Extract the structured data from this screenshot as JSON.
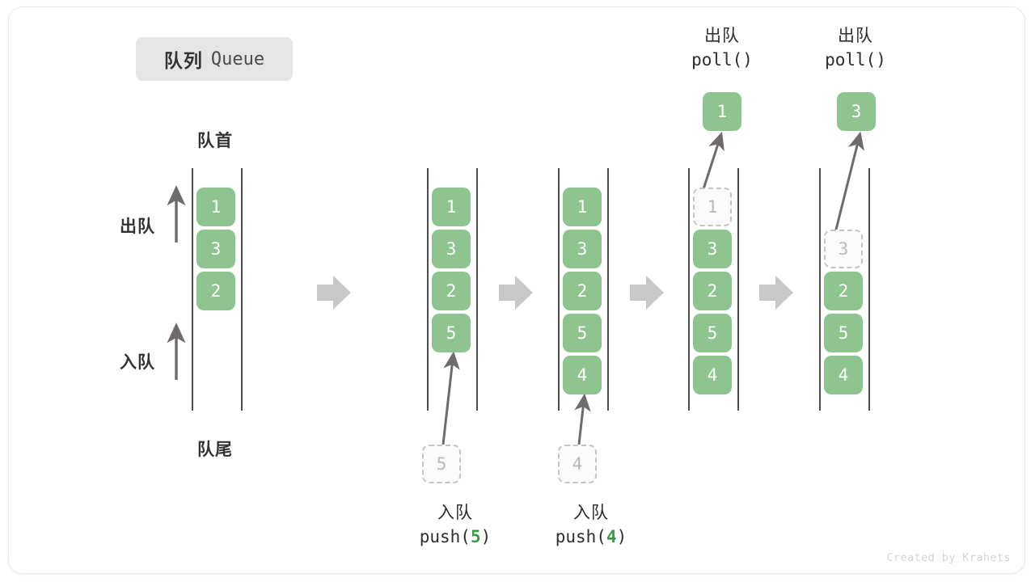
{
  "title": {
    "cn": "队列",
    "en": "Queue"
  },
  "labels": {
    "head": "队首",
    "tail": "队尾",
    "dequeue_side": "出队",
    "enqueue_side": "入队"
  },
  "credit": "Created by Krahets",
  "colors": {
    "cell_fill": "#8ec490",
    "cell_text": "#ffffff",
    "ghost_border": "#c4c4c4",
    "ghost_text": "#b9b9b9",
    "rail": "#4d4d4d",
    "arrow": "#6e6a6e",
    "step_arrow": "#c8c8c8",
    "accent_number": "#3f9a48",
    "badge_bg": "#e5e5e5"
  },
  "columns": [
    {
      "name": "initial-queue",
      "cells": [
        {
          "value": "1",
          "state": "filled"
        },
        {
          "value": "3",
          "state": "filled"
        },
        {
          "value": "2",
          "state": "filled"
        }
      ]
    },
    {
      "name": "after-push-5",
      "cells": [
        {
          "value": "1",
          "state": "filled"
        },
        {
          "value": "3",
          "state": "filled"
        },
        {
          "value": "2",
          "state": "filled"
        },
        {
          "value": "5",
          "state": "filled"
        }
      ],
      "incoming": {
        "value": "5",
        "state": "ghost"
      },
      "caption": {
        "cn": "入队",
        "fn": "push(",
        "num": "5",
        "close": ")"
      }
    },
    {
      "name": "after-push-4",
      "cells": [
        {
          "value": "1",
          "state": "filled"
        },
        {
          "value": "3",
          "state": "filled"
        },
        {
          "value": "2",
          "state": "filled"
        },
        {
          "value": "5",
          "state": "filled"
        },
        {
          "value": "4",
          "state": "filled"
        }
      ],
      "incoming": {
        "value": "4",
        "state": "ghost"
      },
      "caption": {
        "cn": "入队",
        "fn": "push(",
        "num": "4",
        "close": ")"
      }
    },
    {
      "name": "after-poll-1",
      "cells": [
        {
          "value": "1",
          "state": "ghost"
        },
        {
          "value": "3",
          "state": "filled"
        },
        {
          "value": "2",
          "state": "filled"
        },
        {
          "value": "5",
          "state": "filled"
        },
        {
          "value": "4",
          "state": "filled"
        }
      ],
      "outgoing": {
        "value": "1",
        "state": "filled"
      },
      "caption": {
        "cn": "出队",
        "fn": "poll(",
        "num": "",
        "close": ")"
      }
    },
    {
      "name": "after-poll-3",
      "cells": [
        {
          "value": "",
          "state": "empty"
        },
        {
          "value": "3",
          "state": "ghost"
        },
        {
          "value": "2",
          "state": "filled"
        },
        {
          "value": "5",
          "state": "filled"
        },
        {
          "value": "4",
          "state": "filled"
        }
      ],
      "outgoing": {
        "value": "3",
        "state": "filled"
      },
      "caption": {
        "cn": "出队",
        "fn": "poll(",
        "num": "",
        "close": ")"
      }
    }
  ],
  "step_arrows": [
    {
      "name": "step-arrow-1"
    },
    {
      "name": "step-arrow-2"
    },
    {
      "name": "step-arrow-3"
    },
    {
      "name": "step-arrow-4"
    }
  ]
}
